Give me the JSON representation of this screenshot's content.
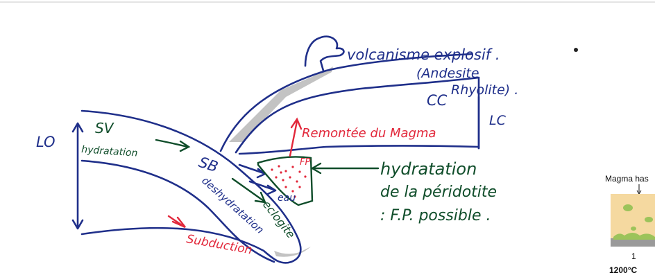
{
  "labels": {
    "lo": "LO",
    "sv": "SV",
    "hydratation_sv": "hydratation",
    "sb": "SB",
    "deshydratation": "deshydratation",
    "eclogite": "eclogite",
    "subduction": "Subduction",
    "eau": "eau",
    "fp": "FP",
    "remontee": "Remontée du Magma",
    "cc": "CC",
    "lc": "LC",
    "volcanisme_line1": "volcanisme explosif .",
    "volcanisme_line2": "(Andesite",
    "volcanisme_line3": "Rhyolite) .",
    "hydratation_line1": "hydratation",
    "hydratation_line2": "de la péridotite",
    "hydratation_line3": ": F.P. possible ."
  },
  "inset": {
    "title": "Magma has",
    "number": "1",
    "temperature": "1200°C"
  },
  "colors": {
    "blue_ink": "#1f2f8a",
    "green_ink": "#0f4d2a",
    "red_ink": "#e2283b",
    "inset_sand": "#f5d9a0",
    "inset_green": "#9cc35a",
    "inset_grey": "#9a9a9a"
  }
}
